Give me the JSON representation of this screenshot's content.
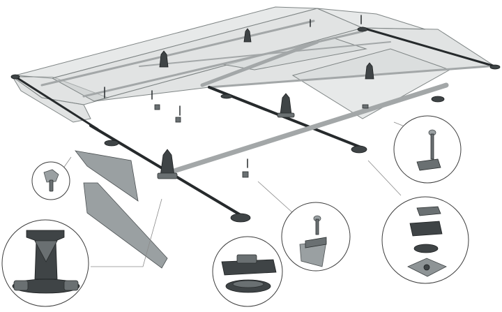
{
  "diagram": {
    "caption": "",
    "colors": {
      "panel": "#c8cccc",
      "rail": "#262a2c",
      "part": "#3f4446",
      "callout_stroke": "#3c3c3c"
    },
    "callouts": [
      {
        "name": "screw-detail",
        "icon": "screw-icon"
      },
      {
        "name": "ballast-foot-assembly-detail",
        "icon": "bracket-icon"
      },
      {
        "name": "clamp-base-detail",
        "icon": "clamp-icon"
      },
      {
        "name": "screw-and-angle-bracket-detail",
        "icon": "angle-bracket-icon"
      },
      {
        "name": "screw-and-clamp-detail",
        "icon": "clamp-screw-icon"
      },
      {
        "name": "exploded-foot-stack-detail",
        "icon": "foot-stack-icon"
      }
    ]
  }
}
